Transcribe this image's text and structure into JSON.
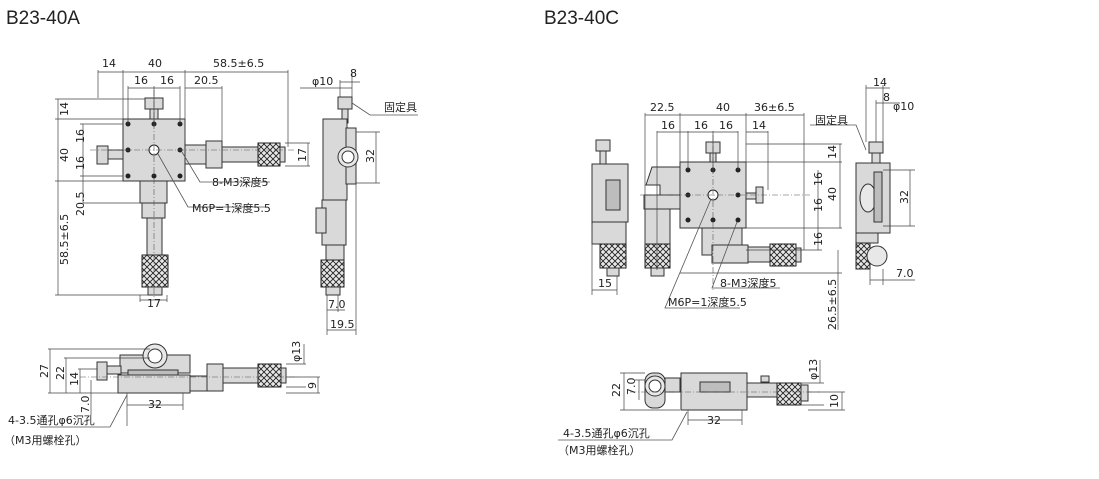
{
  "drawings": [
    {
      "title": "B23-40A",
      "top_view": {
        "dims": [
          "14",
          "40",
          "58.5±6.5",
          "16",
          "16",
          "20.5",
          "14",
          "40",
          "16",
          "16",
          "20.5",
          "58.5±6.5",
          "17",
          "17"
        ],
        "callouts": [
          "8-M3深度5",
          "M6P=1深度5.5"
        ]
      },
      "side_view": {
        "dims": [
          "φ10",
          "8",
          "32",
          "7.0",
          "19.5"
        ],
        "callout": "固定具"
      },
      "front_view": {
        "dims": [
          "27",
          "22",
          "14",
          "7.0",
          "32",
          "φ13",
          "9"
        ],
        "note_line1": "4-3.5通孔φ6沉孔",
        "note_line2": "（M3用螺栓孔）"
      }
    },
    {
      "title": "B23-40C",
      "top_view": {
        "dims": [
          "22.5",
          "40",
          "36±6.5",
          "16",
          "16",
          "16",
          "14",
          "14",
          "16",
          "40",
          "16",
          "16",
          "26.5±6.5",
          "15"
        ],
        "callouts": [
          "8-M3深度5",
          "M6P=1深度5.5"
        ]
      },
      "side_view": {
        "dims": [
          "14",
          "8",
          "φ10",
          "32",
          "7.0"
        ],
        "callout": "固定具"
      },
      "front_view": {
        "dims": [
          "22",
          "7.0",
          "32",
          "φ13",
          "10"
        ],
        "note_line1": "4-3.5通孔φ6沉孔",
        "note_line2": "（M3用螺栓孔）"
      }
    }
  ]
}
